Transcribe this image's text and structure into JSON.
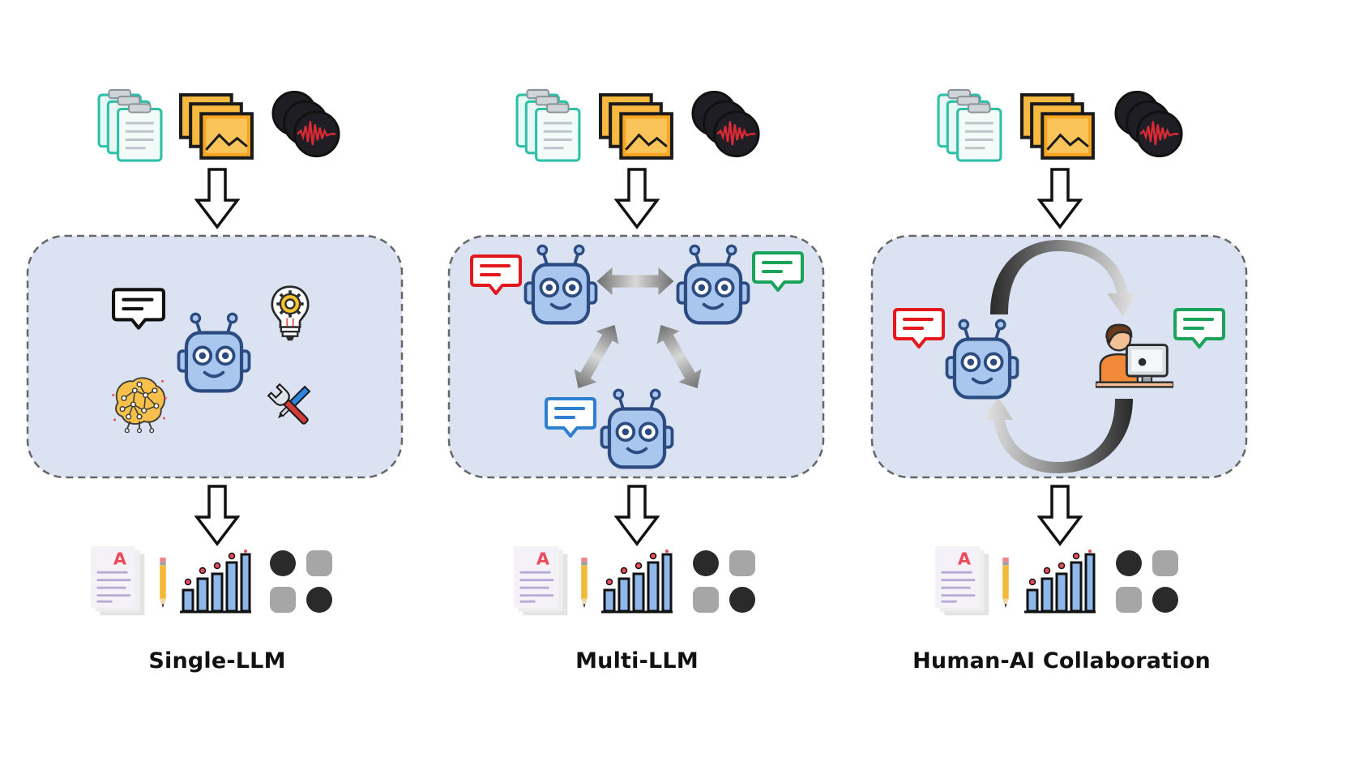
{
  "panels": [
    {
      "id": "single",
      "caption": "Single-LLM"
    },
    {
      "id": "multi",
      "caption": "Multi-LLM"
    },
    {
      "id": "human",
      "caption": "Human-AI Collaboration"
    }
  ],
  "colors": {
    "panel_fill": "#dbe3f3",
    "panel_border": "#666666",
    "robot_fill": "#a9c7ee",
    "robot_stroke": "#2c4b80",
    "bubble_red": "#e3171c",
    "bubble_green": "#1aa35a",
    "bubble_blue": "#2f7fd1",
    "bubble_black": "#111111",
    "doc_teal": "#2cc0a7",
    "image_orange": "#f5a623",
    "audio_red": "#c4202a",
    "human_orange": "#f08a3a"
  },
  "icons": {
    "inputs": [
      "documents-icon",
      "images-icon",
      "audio-icon"
    ],
    "outputs": [
      "report-icon",
      "pencil-icon",
      "bar-chart-icon",
      "clusters-icon"
    ],
    "single_panel": [
      "message-bubble-icon",
      "robot-icon",
      "lightbulb-gear-icon",
      "neural-brain-icon",
      "tools-icon"
    ],
    "multi_panel": [
      "robot-icon",
      "message-bubble-icon",
      "double-arrow-icon"
    ],
    "human_panel": [
      "robot-icon",
      "human-at-computer-icon",
      "message-bubble-icon",
      "cycle-arrow-icon"
    ]
  }
}
